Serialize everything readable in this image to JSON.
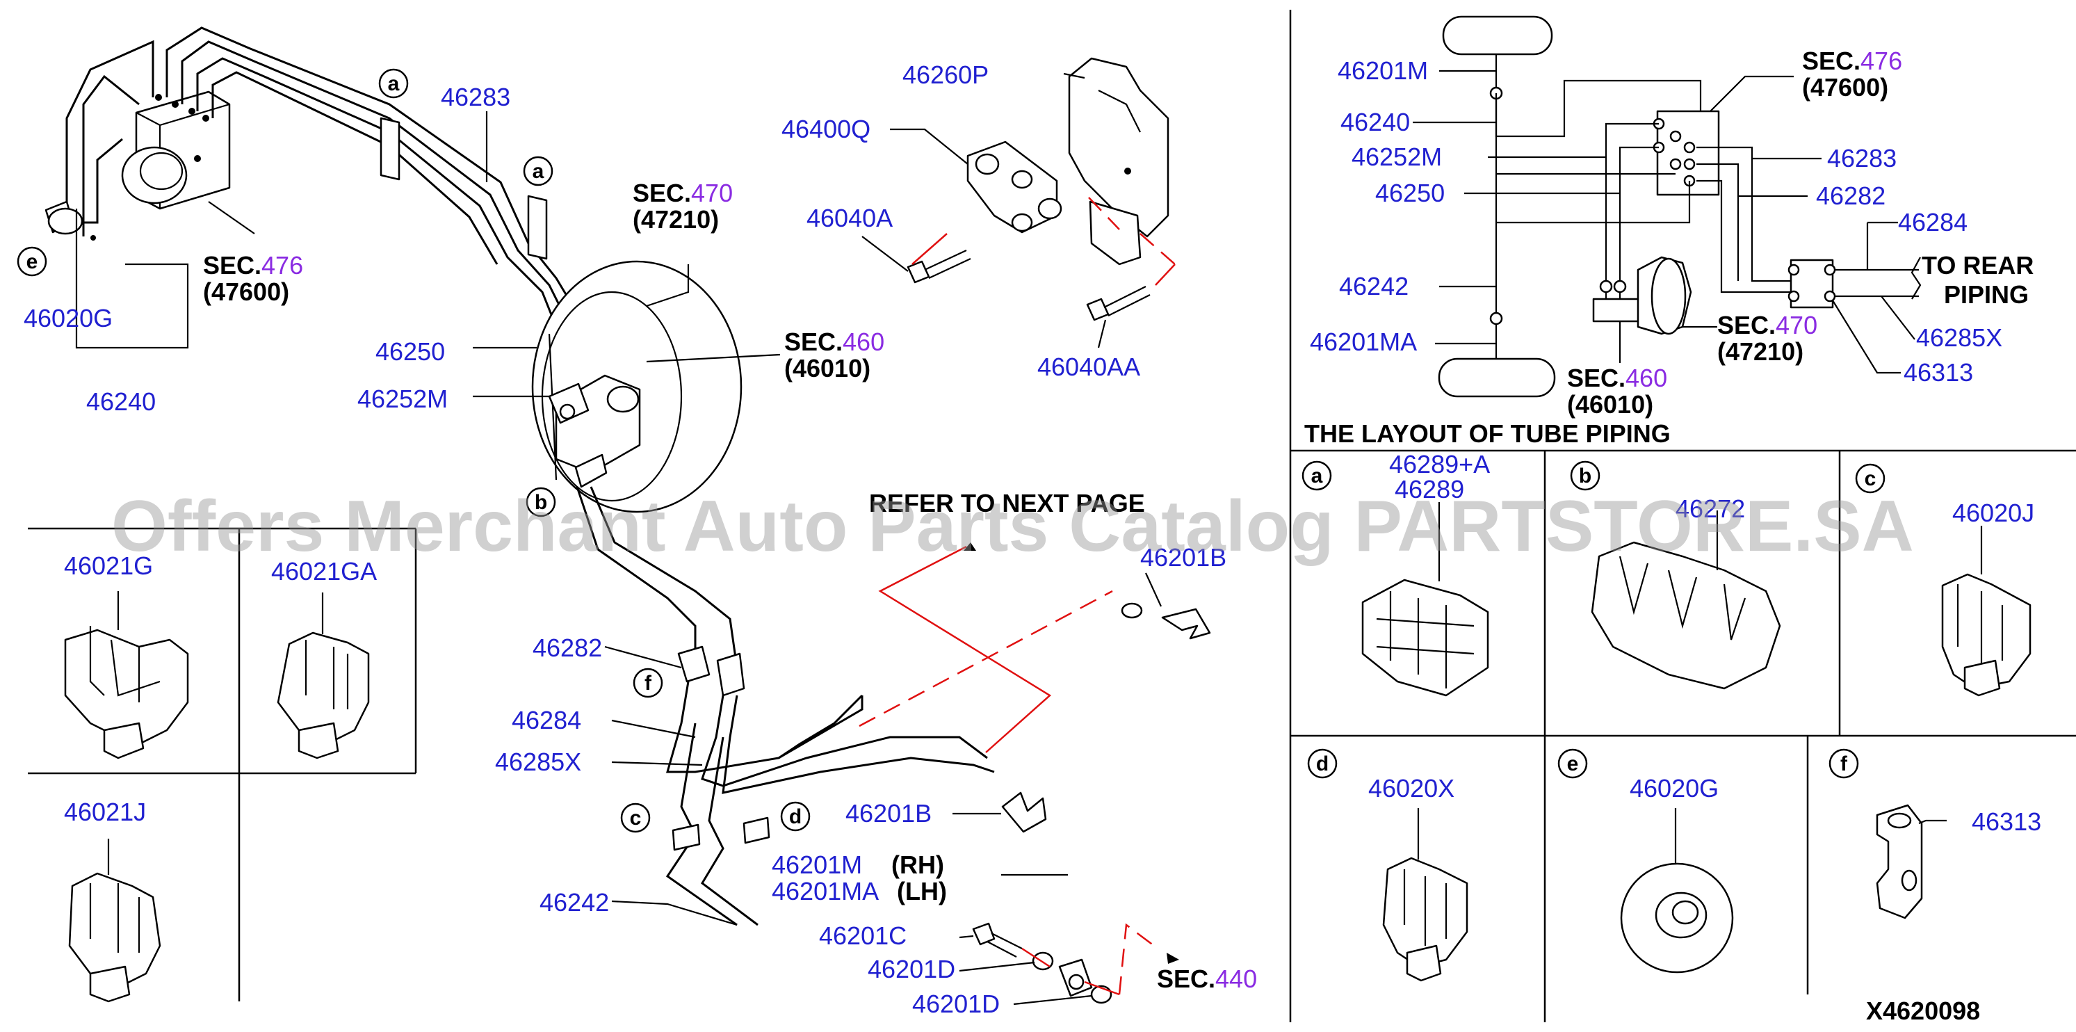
{
  "labels": {
    "p46283": "46283",
    "p46240": "46240",
    "p46020G": "46020G",
    "p46250": "46250",
    "p46252M": "46252M",
    "p46260P": "46260P",
    "p46400Q": "46400Q",
    "p46040A": "46040A",
    "p46040AA": "46040AA",
    "p46021G": "46021G",
    "p46021GA": "46021GA",
    "p46021J": "46021J",
    "p46282": "46282",
    "p46284": "46284",
    "p46285X": "46285X",
    "p46242": "46242",
    "p46201B_top": "46201B",
    "p46201B_mid": "46201B",
    "p46201M": "46201M",
    "p46201MA": "46201MA",
    "rh": "(RH)",
    "lh": "(LH)",
    "p46201C": "46201C",
    "p46201D_a": "46201D",
    "p46201D_b": "46201D"
  },
  "sections": {
    "sec476": {
      "prefix": "SEC.",
      "num": "476",
      "sub": "(47600)"
    },
    "sec470": {
      "prefix": "SEC.",
      "num": "470",
      "sub": "(47210)"
    },
    "sec460": {
      "prefix": "SEC.",
      "num": "460",
      "sub": "(46010)"
    },
    "sec440": {
      "prefix": "SEC.",
      "num": "440"
    }
  },
  "refer_note": "REFER TO NEXT PAGE",
  "callouts": [
    "a",
    "b",
    "c",
    "d",
    "e",
    "f"
  ],
  "layout": {
    "title": "THE LAYOUT OF TUBE PIPING",
    "to_rear_1": "TO REAR",
    "to_rear_2": "PIPING",
    "labels": {
      "p46201M": "46201M",
      "p46240": "46240",
      "p46252M": "46252M",
      "p46250": "46250",
      "p46242": "46242",
      "p46201MA": "46201MA",
      "p46283": "46283",
      "p46282": "46282",
      "p46284": "46284",
      "p46285X": "46285X",
      "p46313": "46313"
    }
  },
  "clips": {
    "a_1": "46289+A",
    "a_2": "46289",
    "b": "46272",
    "c": "46020J",
    "d": "46020X",
    "e": "46020G",
    "f": "46313"
  },
  "diagram_code": "X4620098",
  "watermark": "Offers Merchant Auto Parts Catalog PARTSTORE.SA",
  "colors": {
    "part_number": "#2020d0",
    "section_number": "#8a2be2",
    "ref_line": "#e01010"
  }
}
